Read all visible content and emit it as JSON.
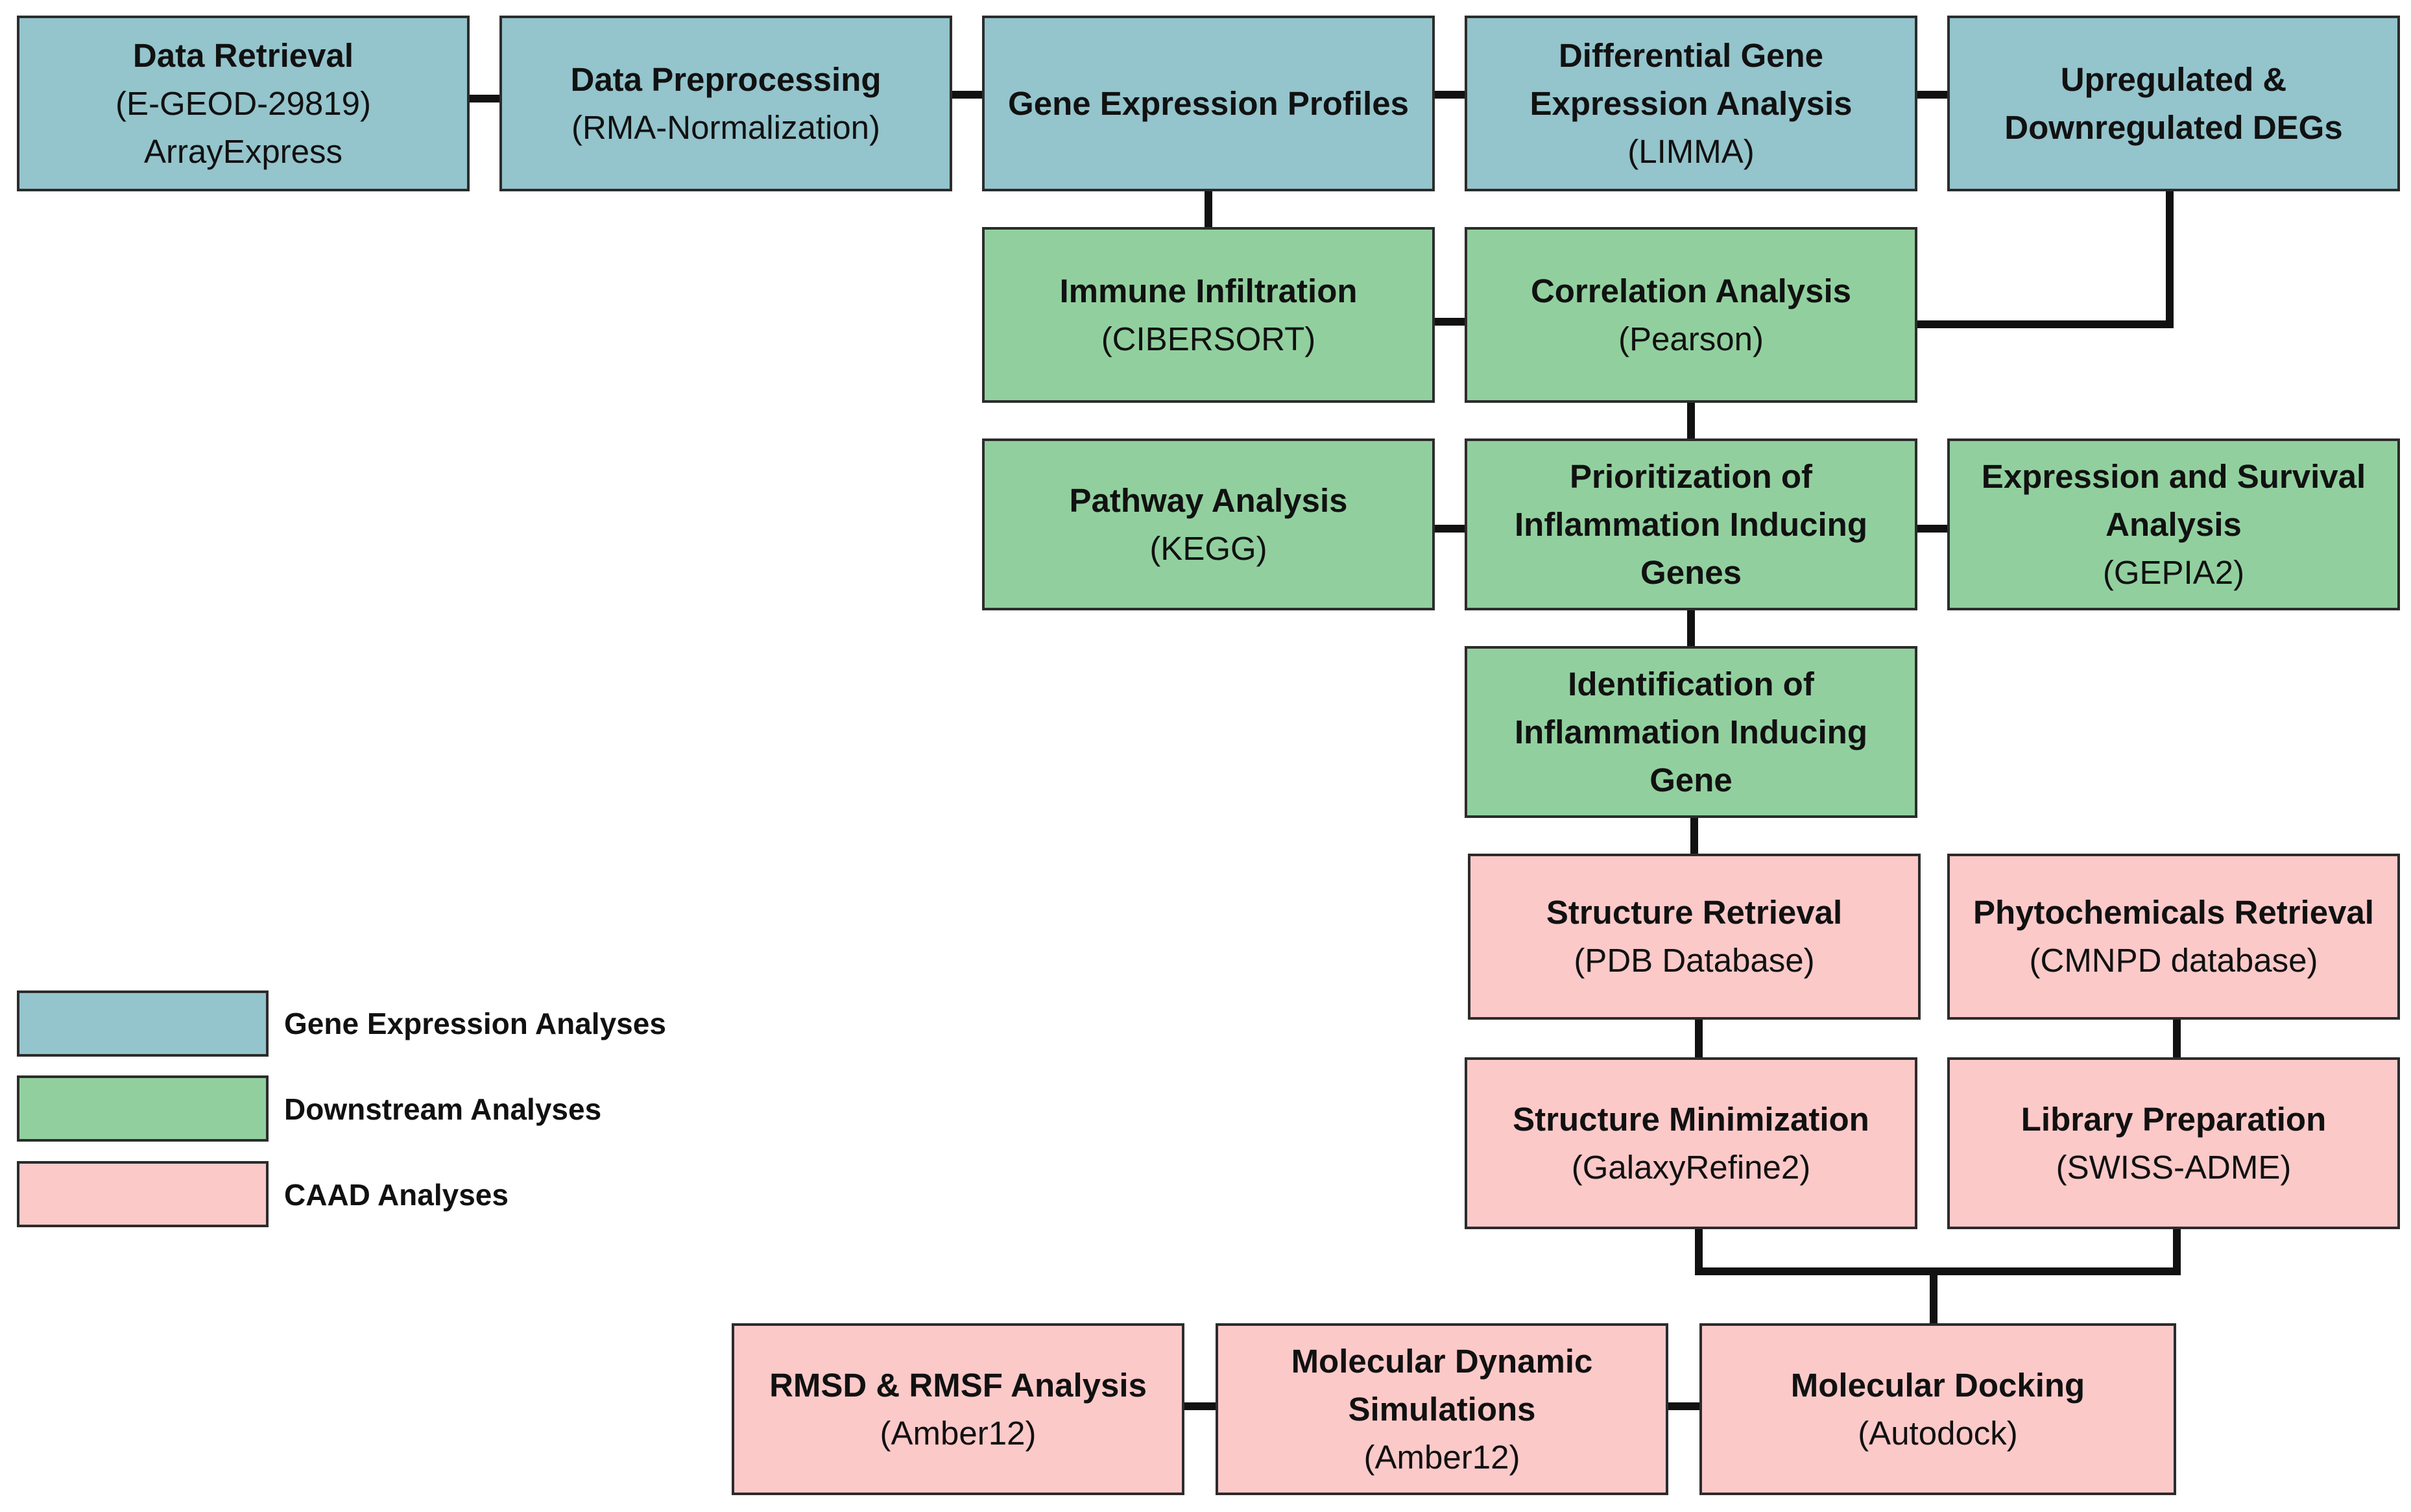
{
  "colors": {
    "gene_expression": "#94c4cc",
    "downstream": "#91d09e",
    "caad": "#fcc9c9",
    "line": "#111111"
  },
  "nodes": {
    "data_retrieval": {
      "title": "Data Retrieval",
      "lines": [
        "(E-GEOD-29819)",
        "ArrayExpress"
      ],
      "category": "gene_expression"
    },
    "data_preprocessing": {
      "title": "Data Preprocessing",
      "lines": [
        "(RMA-Normalization)"
      ],
      "category": "gene_expression"
    },
    "gene_expression_profiles": {
      "title": "Gene Expression Profiles",
      "lines": [],
      "category": "gene_expression"
    },
    "differential_gene_expression": {
      "title": "Differential Gene Expression Analysis",
      "lines": [
        "(LIMMA)"
      ],
      "category": "gene_expression"
    },
    "up_down_degs": {
      "title": "Upregulated & Downregulated DEGs",
      "lines": [],
      "category": "gene_expression"
    },
    "immune_infiltration": {
      "title": "Immune Infiltration",
      "lines": [
        "(CIBERSORT)"
      ],
      "category": "downstream"
    },
    "correlation_analysis": {
      "title": "Correlation Analysis",
      "lines": [
        "(Pearson)"
      ],
      "category": "downstream"
    },
    "pathway_analysis": {
      "title": "Pathway Analysis",
      "lines": [
        "(KEGG)"
      ],
      "category": "downstream"
    },
    "prioritization": {
      "title": "Prioritization of Inflammation Inducing Genes",
      "lines": [],
      "category": "downstream"
    },
    "expression_survival": {
      "title": "Expression and Survival Analysis",
      "lines": [
        "(GEPIA2)"
      ],
      "category": "downstream"
    },
    "identification": {
      "title": "Identification of Inflammation Inducing Gene",
      "lines": [],
      "category": "downstream"
    },
    "structure_retrieval": {
      "title": "Structure Retrieval",
      "lines": [
        "(PDB Database)"
      ],
      "category": "caad"
    },
    "phytochemicals_retrieval": {
      "title": "Phytochemicals Retrieval",
      "lines": [
        "(CMNPD database)"
      ],
      "category": "caad"
    },
    "structure_minimization": {
      "title": "Structure Minimization",
      "lines": [
        "(GalaxyRefine2)"
      ],
      "category": "caad"
    },
    "library_preparation": {
      "title": "Library Preparation",
      "lines": [
        "(SWISS-ADME)"
      ],
      "category": "caad"
    },
    "rmsd_rmsf": {
      "title": "RMSD & RMSF Analysis",
      "lines": [
        "(Amber12)"
      ],
      "category": "caad"
    },
    "molecular_dynamic": {
      "title": "Molecular Dynamic Simulations",
      "lines": [
        "(Amber12)"
      ],
      "category": "caad"
    },
    "molecular_docking": {
      "title": "Molecular Docking",
      "lines": [
        "(Autodock)"
      ],
      "category": "caad"
    }
  },
  "legend": [
    {
      "label": "Gene Expression Analyses",
      "category": "gene_expression"
    },
    {
      "label": "Downstream Analyses",
      "category": "downstream"
    },
    {
      "label": "CAAD Analyses",
      "category": "caad"
    }
  ],
  "edges": [
    {
      "from": "data_retrieval",
      "to": "data_preprocessing"
    },
    {
      "from": "data_preprocessing",
      "to": "gene_expression_profiles"
    },
    {
      "from": "gene_expression_profiles",
      "to": "differential_gene_expression"
    },
    {
      "from": "differential_gene_expression",
      "to": "up_down_degs"
    },
    {
      "from": "gene_expression_profiles",
      "to": "immune_infiltration"
    },
    {
      "from": "immune_infiltration",
      "to": "correlation_analysis"
    },
    {
      "from": "up_down_degs",
      "to": "correlation_analysis"
    },
    {
      "from": "correlation_analysis",
      "to": "prioritization"
    },
    {
      "from": "pathway_analysis",
      "to": "prioritization"
    },
    {
      "from": "prioritization",
      "to": "expression_survival"
    },
    {
      "from": "prioritization",
      "to": "identification"
    },
    {
      "from": "identification",
      "to": "structure_retrieval"
    },
    {
      "from": "structure_retrieval",
      "to": "structure_minimization"
    },
    {
      "from": "phytochemicals_retrieval",
      "to": "library_preparation"
    },
    {
      "from": "structure_minimization",
      "to": "molecular_docking"
    },
    {
      "from": "library_preparation",
      "to": "molecular_docking"
    },
    {
      "from": "molecular_docking",
      "to": "molecular_dynamic"
    },
    {
      "from": "molecular_dynamic",
      "to": "rmsd_rmsf"
    }
  ]
}
